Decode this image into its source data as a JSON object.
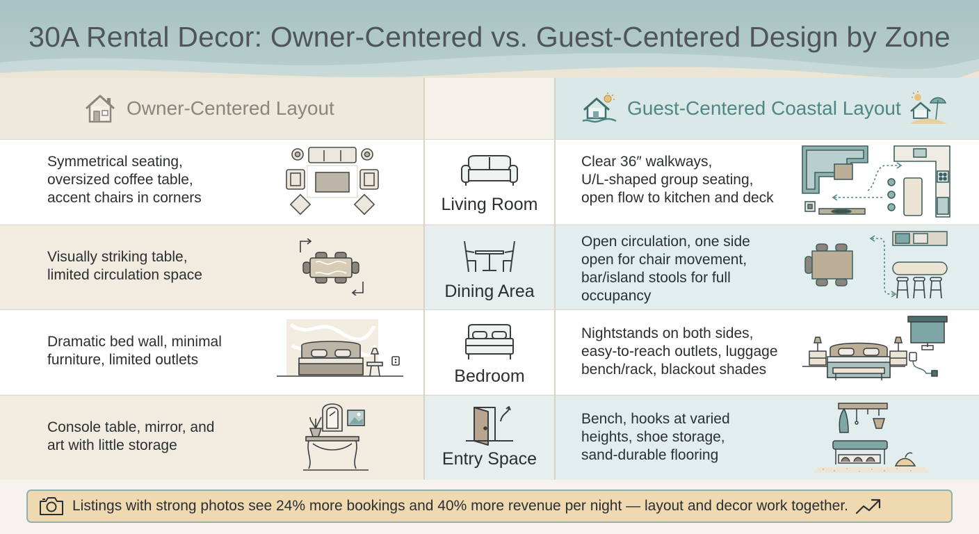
{
  "title": "30A Rental Decor: Owner-Centered vs. Guest-Centered Design by Zone",
  "columns": {
    "owner": {
      "label": "Owner-Centered Layout",
      "icon": "house-icon"
    },
    "guest": {
      "label": "Guest-Centered Coastal Layout",
      "icon": "beach-house-icon"
    }
  },
  "rows": [
    {
      "zone": "Living Room",
      "owner": "Symmetrical seating,\noversized coffee table,\naccent chairs in corners",
      "guest": "Clear 36″ walkways,\nU/L-shaped group seating,\nopen flow to kitchen and deck"
    },
    {
      "zone": "Dining Area",
      "owner": "Visually striking table,\nlimited circulation space",
      "guest": "Open circulation, one side\nopen for chair movement,\nbar/island stools for full\noccupancy"
    },
    {
      "zone": "Bedroom",
      "owner": "Dramatic bed wall, minimal\nfurniture, limited outlets",
      "guest": "Nightstands on both sides,\neasy-to-reach outlets, luggage\nbench/rack, blackout shades"
    },
    {
      "zone": "Entry Space",
      "owner": "Console table, mirror, and\nart with little storage",
      "guest": "Bench, hooks at varied\nheights, shoe storage,\nsand-durable flooring"
    }
  ],
  "footer": {
    "text": "Listings with strong photos see 24% more bookings and 40% more revenue per night — layout and decor work together.",
    "icon_left": "camera-icon",
    "icon_right": "trend-up-icon"
  },
  "colors": {
    "header": "#a7c3c3",
    "owner_accent": "#8a857d",
    "guest_accent": "#4f8786",
    "footer_bg": "#efd9b1",
    "footer_border": "#8fb0ae"
  }
}
